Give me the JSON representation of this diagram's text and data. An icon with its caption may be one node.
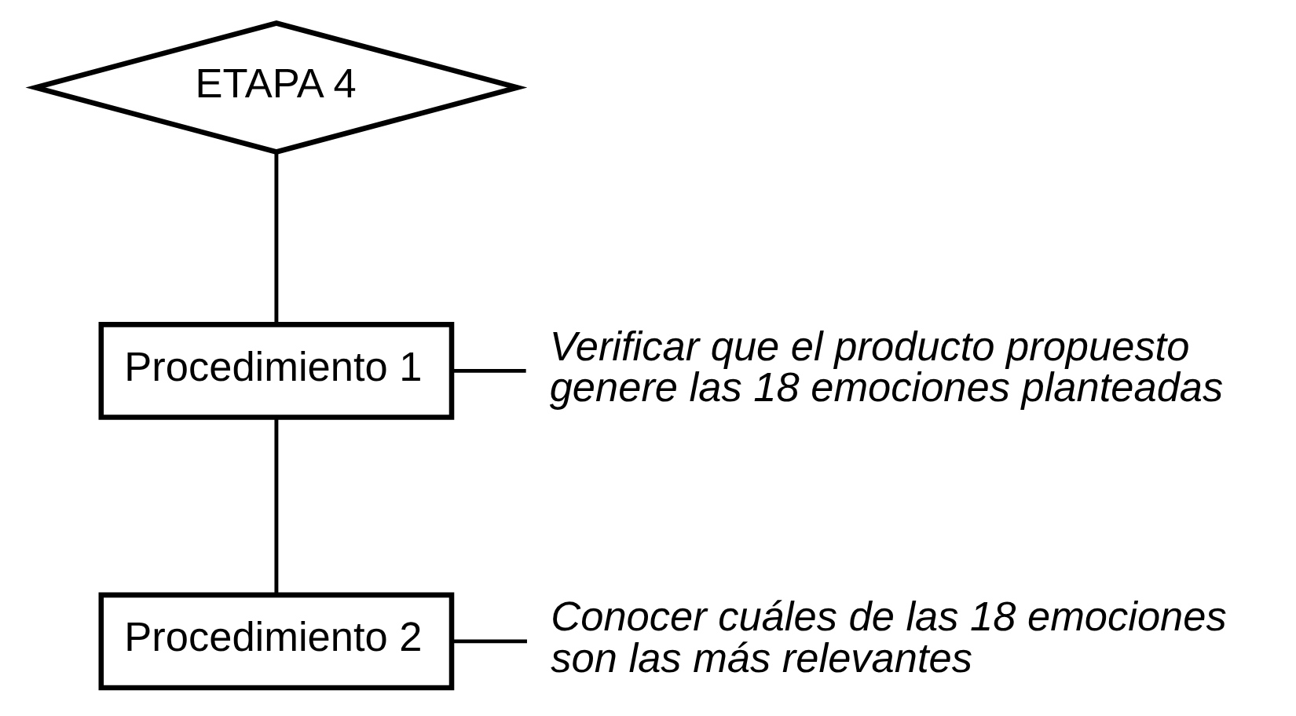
{
  "diagram": {
    "nodes": [
      {
        "text": [
          "ETAPA 4"
        ]
      },
      {
        "text": [
          "Procedimiento 1"
        ]
      },
      {
        "text": [
          "Verificar que el producto propuesto genere las 18 emociones planteadas"
        ]
      },
      {
        "text": [
          "Procedimiento 2"
        ]
      },
      {
        "text": [
          "Conocer cuáles de las 18 emociones son las más relevantes"
        ]
      }
    ],
    "edges": [
      {
        "from": 0,
        "to": 1,
        "arrow": "none"
      },
      {
        "from": 1,
        "to": 2,
        "arrow": "none"
      },
      {
        "from": 1,
        "to": 3,
        "arrow": "none"
      },
      {
        "from": 3,
        "to": 4,
        "arrow": "none"
      }
    ]
  }
}
